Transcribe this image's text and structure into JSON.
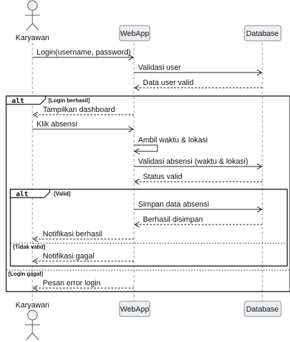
{
  "participants": {
    "karyawan": "Karyawan",
    "webapp": "WebApp",
    "database": "Database"
  },
  "messages": [
    "Login(username, password)",
    "Validasi user",
    "Data user valid",
    "Tampilkan dashboard",
    "Klik absensi",
    "Ambil waktu & lokasi",
    "Validasi absensi (waktu & lokasi)",
    "Status valid",
    "Simpan data absensi",
    "Berhasil disimpan",
    "Notifikasi berhasil",
    "Notifikasi gagal",
    "Pesan error login"
  ],
  "fragments": {
    "outer": {
      "keyword": "alt",
      "cond1": "[Login berhasil]",
      "cond2": "[Login gagal]"
    },
    "inner": {
      "keyword": "alt",
      "cond1": "[Valid]",
      "cond2": "[Tidak valid]"
    }
  }
}
